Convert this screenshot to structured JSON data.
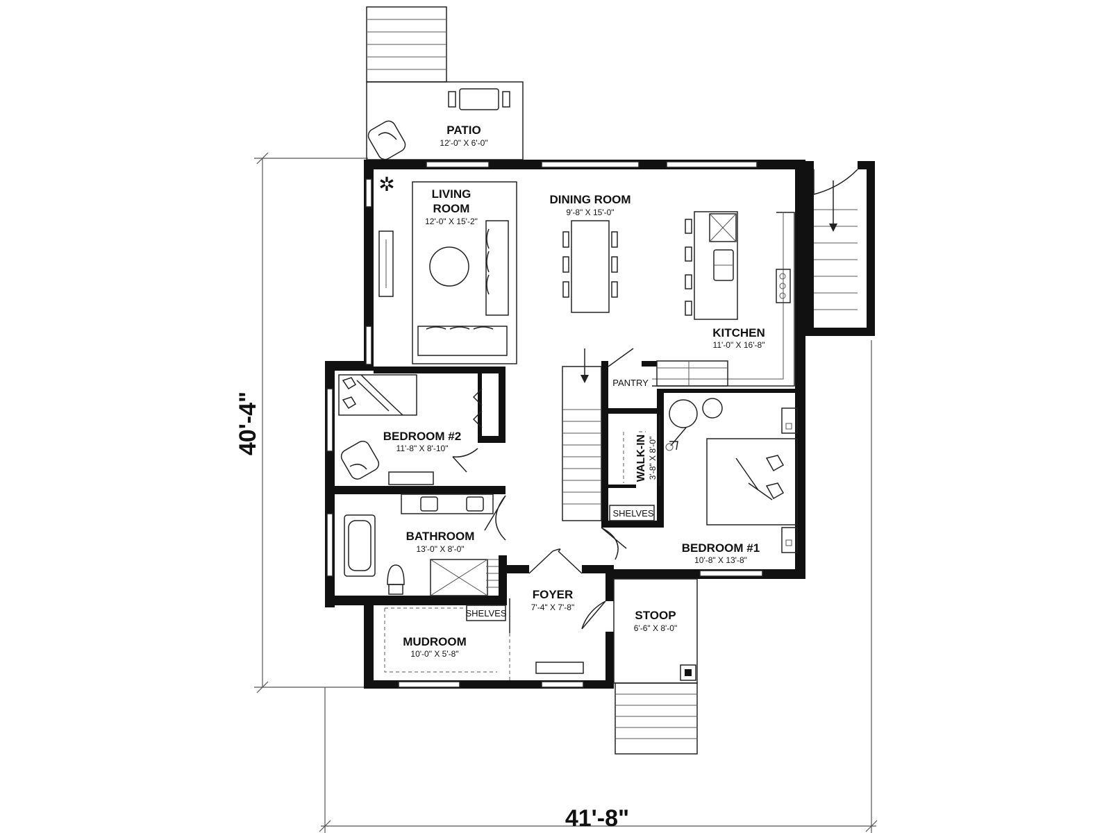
{
  "dimensions": {
    "overall_width": "41'-8\"",
    "overall_depth": "40'-4\""
  },
  "rooms": {
    "patio": {
      "name": "PATIO",
      "size": "12'-0\" X 6'-0\""
    },
    "living": {
      "name_line1": "LIVING",
      "name_line2": "ROOM",
      "size": "12'-0\" X 15'-2\""
    },
    "dining": {
      "name": "DINING ROOM",
      "size": "9'-8\" X 15'-0\""
    },
    "kitchen": {
      "name": "KITCHEN",
      "size": "11'-0\" X 16'-8\""
    },
    "pantry": {
      "name": "PANTRY"
    },
    "bedroom2": {
      "name": "BEDROOM #2",
      "size": "11'-8\" X 8'-10\""
    },
    "walkin": {
      "name": "WALK-IN",
      "size": "3'-8\" X 8'-0\""
    },
    "shelves_walkin": {
      "name": "SHELVES"
    },
    "bedroom1": {
      "name": "BEDROOM #1",
      "size": "10'-8\" X 13'-8\""
    },
    "bathroom": {
      "name": "BATHROOM",
      "size": "13'-0\" X 8'-0\""
    },
    "foyer": {
      "name": "FOYER",
      "size": "7'-4\" X 7'-8\""
    },
    "stoop": {
      "name": "STOOP",
      "size": "6'-6\" X 8'-0\""
    },
    "shelves_mud": {
      "name": "SHELVES"
    },
    "mudroom": {
      "name": "MUDROOM",
      "size": "10'-0\" X 5'-8\""
    }
  }
}
